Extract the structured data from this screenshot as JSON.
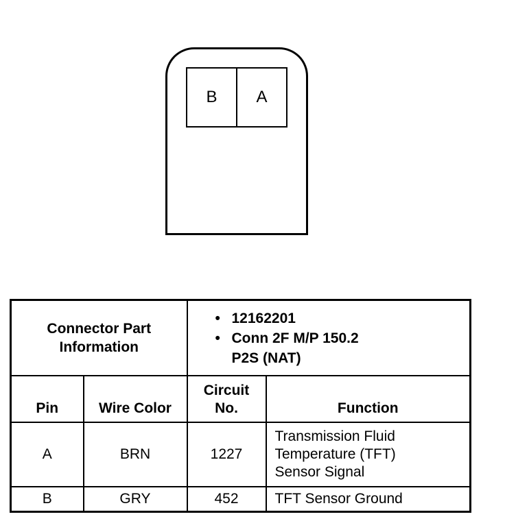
{
  "connector": {
    "cavities": [
      "B",
      "A"
    ]
  },
  "table": {
    "part_info_label_line1": "Connector Part",
    "part_info_label_line2": "Information",
    "part_info_bullets": [
      {
        "bullet": "•",
        "text": "12162201"
      },
      {
        "bullet": "•",
        "text": "Conn 2F M/P 150.2"
      }
    ],
    "part_info_continuation": "P2S (NAT)",
    "columns": {
      "pin": "Pin",
      "wire_color": "Wire Color",
      "circuit_line1": "Circuit",
      "circuit_line2": "No.",
      "function": "Function"
    },
    "rows": [
      {
        "pin": "A",
        "wire_color": "BRN",
        "circuit": "1227",
        "function_lines": [
          "Transmission Fluid",
          "Temperature (TFT)",
          "Sensor Signal"
        ]
      },
      {
        "pin": "B",
        "wire_color": "GRY",
        "circuit": "452",
        "function_lines": [
          "TFT Sensor Ground"
        ]
      }
    ]
  }
}
